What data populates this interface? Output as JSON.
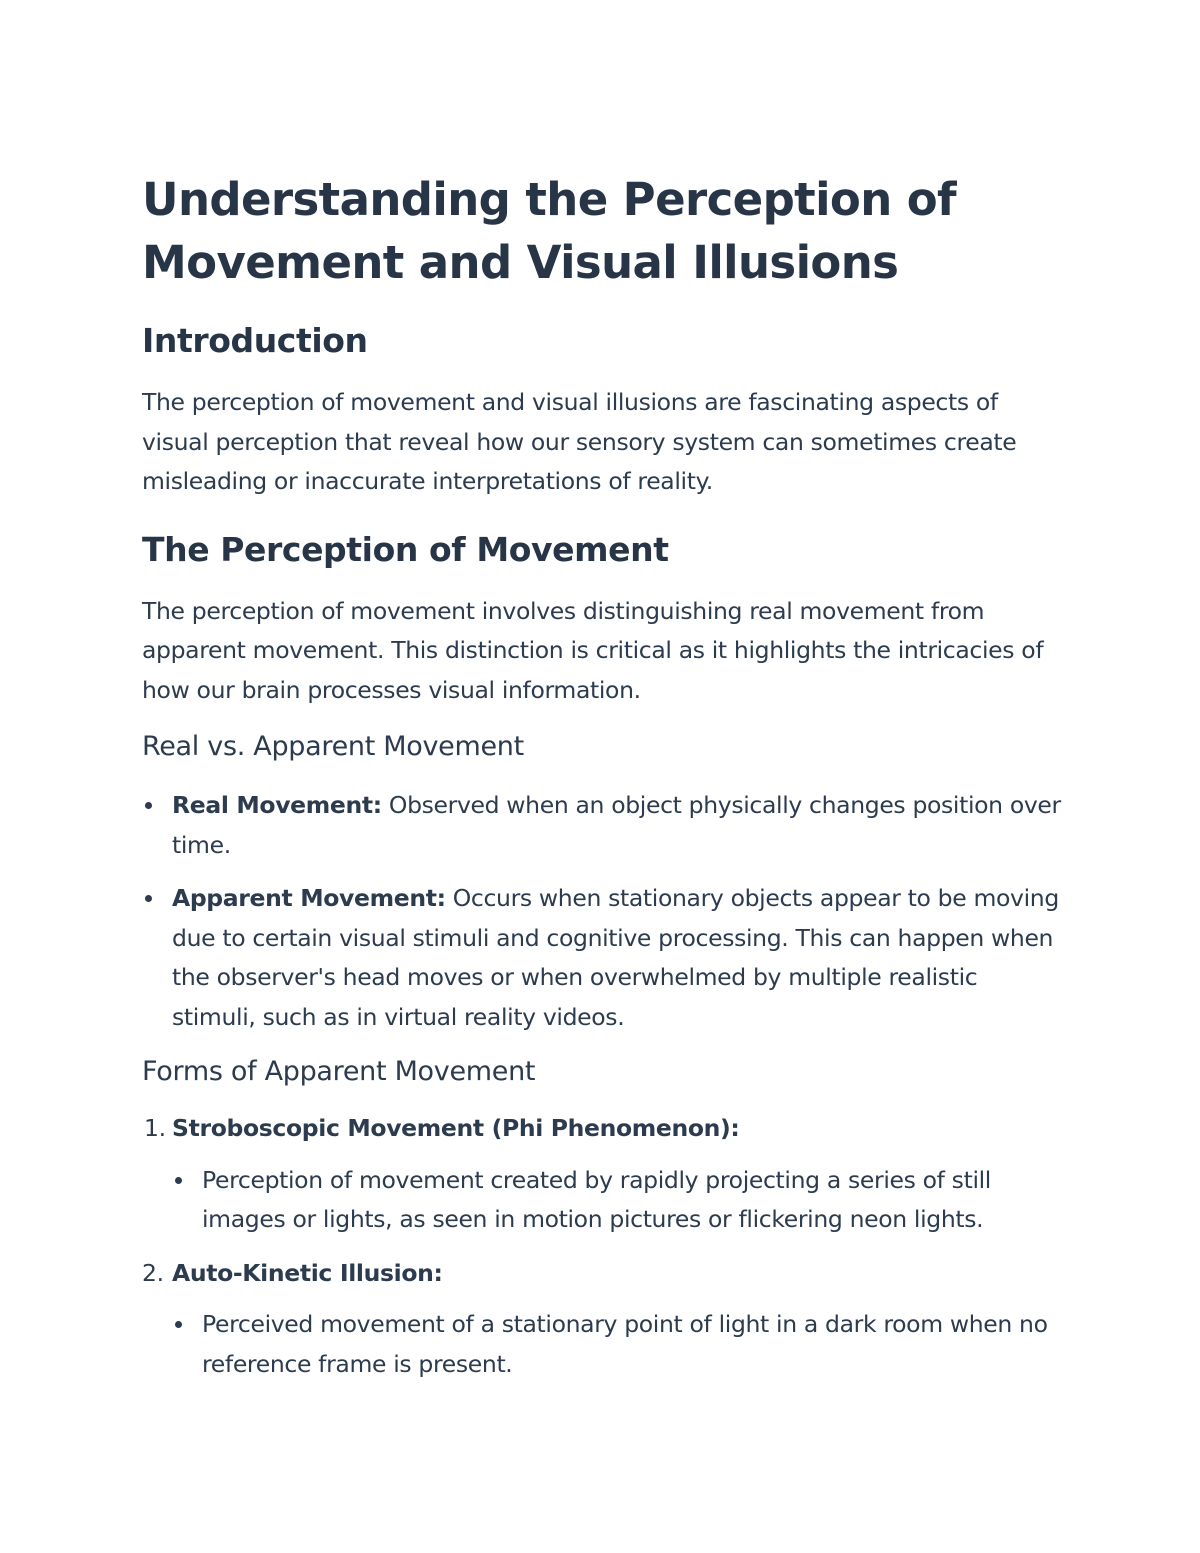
{
  "document": {
    "title": "Understanding the Perception of Movement and Visual Illusions",
    "sections": {
      "introduction": {
        "heading": "Introduction",
        "text": "The perception of movement and visual illusions are fascinating aspects of visual perception that reveal how our sensory system can sometimes create misleading or inaccurate interpretations of reality."
      },
      "perception_of_movement": {
        "heading": "The Perception of Movement",
        "text": "The perception of movement involves distinguishing real movement from apparent movement. This distinction is critical as it highlights the intricacies of how our brain processes visual information."
      },
      "real_vs_apparent": {
        "heading": "Real vs. Apparent Movement",
        "items": [
          {
            "term": "Real Movement:",
            "description": " Observed when an object physically changes position over time."
          },
          {
            "term": "Apparent Movement:",
            "description": " Occurs when stationary objects appear to be moving due to certain visual stimuli and cognitive processing. This can happen when the observer's head moves or when overwhelmed by multiple realistic stimuli, such as in virtual reality videos."
          }
        ]
      },
      "forms_of_apparent_movement": {
        "heading": "Forms of Apparent Movement",
        "items": [
          {
            "number": "1.",
            "term": "Stroboscopic Movement (Phi Phenomenon):",
            "details": [
              "Perception of movement created by rapidly projecting a series of still images or lights, as seen in motion pictures or flickering neon lights."
            ]
          },
          {
            "number": "2.",
            "term": "Auto-Kinetic Illusion:",
            "details": [
              "Perceived movement of a stationary point of light in a dark room when no reference frame is present."
            ]
          }
        ]
      }
    }
  }
}
